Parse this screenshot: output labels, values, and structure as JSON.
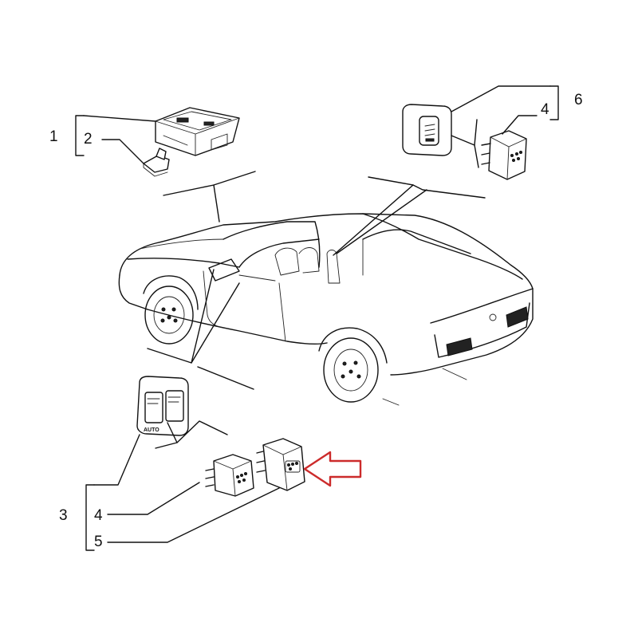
{
  "diagram": {
    "callouts": {
      "c1": "1",
      "c2": "2",
      "c3": "3",
      "c4_bottom": "4",
      "c5": "5",
      "c4_top": "4",
      "c6": "6"
    },
    "switch_panel_label": "AUTO",
    "highlight_arrow_color": "#cc2b2b",
    "icons": {
      "highlight": "arrow-left-outline-icon"
    }
  }
}
